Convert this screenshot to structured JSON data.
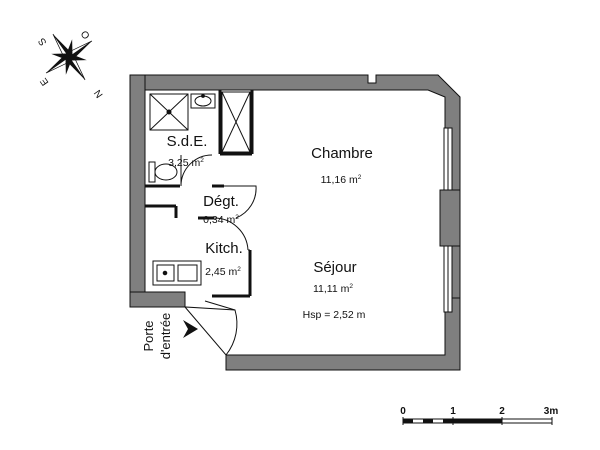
{
  "compass": {
    "letters": [
      "S",
      "O",
      "E",
      "N"
    ]
  },
  "rooms": [
    {
      "id": "sde",
      "name": "S.d.E.",
      "area": "3,25 m",
      "sup": "2"
    },
    {
      "id": "chambre",
      "name": "Chambre",
      "area": "11,16 m",
      "sup": "2"
    },
    {
      "id": "degt",
      "name": "Dégt.",
      "area": "0,34 m",
      "sup": "2"
    },
    {
      "id": "kitch",
      "name": "Kitch.",
      "area": "2,45 m",
      "sup": "2"
    },
    {
      "id": "sejour",
      "name": "Séjour",
      "area": "11,11 m",
      "sup": "2"
    }
  ],
  "hsp": "Hsp = 2,52 m",
  "entrance": {
    "line1": "Porte",
    "line2": "d'entrée"
  },
  "scale": {
    "labels": [
      "0",
      "1",
      "2",
      "3m"
    ]
  },
  "colors": {
    "wall": "#7f7f7f",
    "line": "#111111",
    "background": "#ffffff"
  }
}
